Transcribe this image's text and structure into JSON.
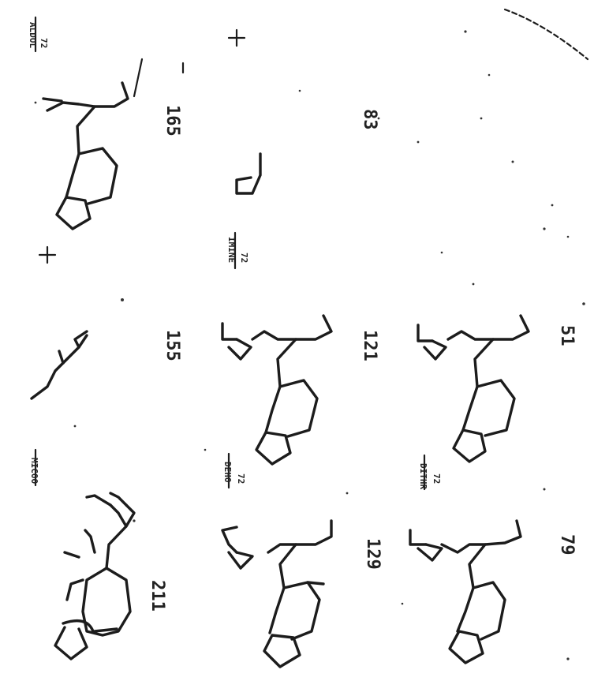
{
  "compounds": [
    {
      "id": "c211",
      "mass": "211"
    },
    {
      "id": "c129",
      "mass": "129"
    },
    {
      "id": "c79",
      "mass": "79"
    },
    {
      "id": "c155a",
      "mass": "155"
    },
    {
      "id": "c121",
      "mass": "121"
    },
    {
      "id": "c51",
      "mass": "51"
    },
    {
      "id": "c165",
      "mass": "165"
    },
    {
      "id": "c83",
      "mass": "83"
    }
  ],
  "reactions": [
    {
      "id": "r1",
      "label": "MICOO",
      "sub": "",
      "plus": false
    },
    {
      "id": "r2",
      "label": "DEHO",
      "sub": "72",
      "plus": false
    },
    {
      "id": "r3",
      "label": "DITHR",
      "sub": "72",
      "plus": false
    },
    {
      "id": "r4",
      "label": "IMINE",
      "sub": "72",
      "plus": true
    },
    {
      "id": "r5",
      "label": "ALDOL",
      "sub": "72",
      "plus": true
    }
  ],
  "plus_signs": [
    "+",
    "+"
  ]
}
